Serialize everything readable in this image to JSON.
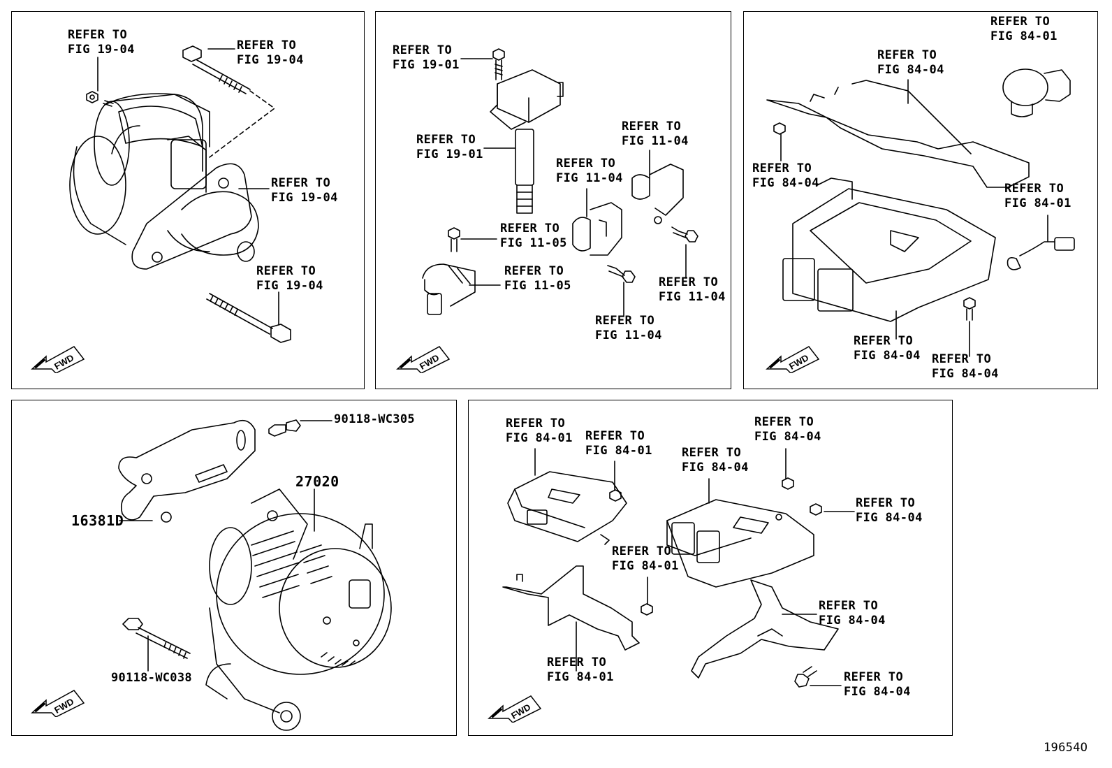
{
  "refer_to": "REFER TO",
  "fwd_label": "FWD",
  "diagram_id": "19654O",
  "panels": {
    "starter": {
      "callouts": [
        "FIG 19-04",
        "FIG 19-04",
        "FIG 19-04",
        "FIG 19-04"
      ]
    },
    "ignition": {
      "callouts": [
        "FIG 19-01",
        "FIG 19-01",
        "FIG 11-04",
        "FIG 11-04",
        "FIG 11-05",
        "FIG 11-05",
        "FIG 11-04",
        "FIG 11-04"
      ]
    },
    "ecu": {
      "callouts": [
        "FIG 84-01",
        "FIG 84-04",
        "FIG 84-04",
        "FIG 84-01",
        "FIG 84-04",
        "FIG 84-04"
      ]
    },
    "alternator": {
      "parts": {
        "bolt_top": "90118-WC305",
        "alternator": "27020",
        "bracket": "16381D",
        "bolt_bottom": "90118-WC038"
      }
    },
    "modules": {
      "callouts": [
        "FIG 84-01",
        "FIG 84-01",
        "FIG 84-04",
        "FIG 84-04",
        "FIG 84-04",
        "FIG 84-01",
        "FIG 84-04",
        "FIG 84-01",
        "FIG 84-04"
      ]
    }
  }
}
